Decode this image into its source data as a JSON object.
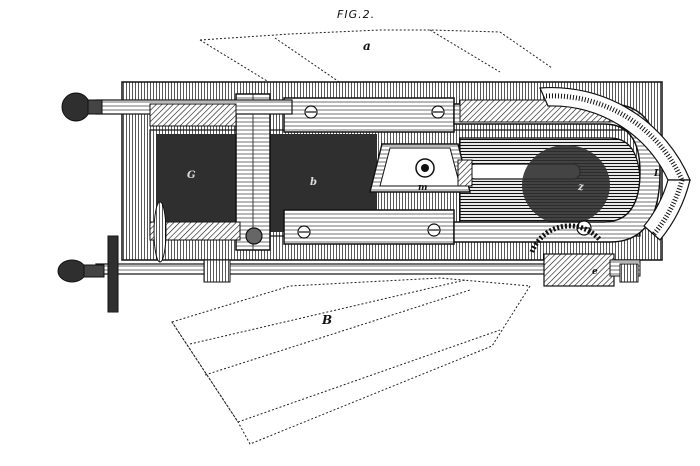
{
  "figure": {
    "caption": "FIG.2.",
    "labels": {
      "a_top": "a",
      "b_bottom": "B",
      "g_left": "G",
      "b_center": "b",
      "m_block": "m",
      "z_slot": "z",
      "l_dial": "L",
      "e_worm": "e"
    },
    "ink_color": "#111111",
    "paper_color": "#ffffff"
  }
}
